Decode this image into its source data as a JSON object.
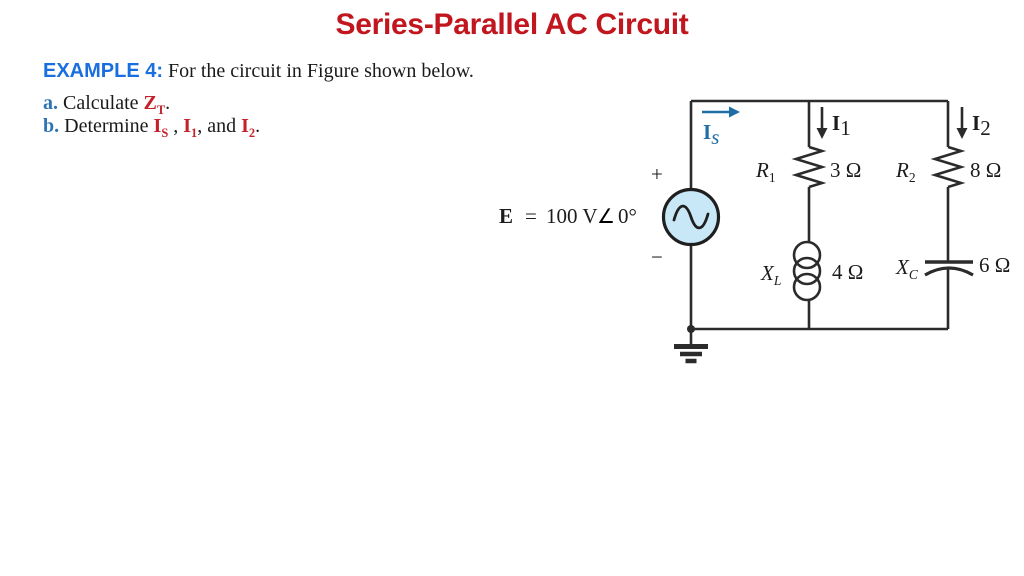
{
  "title": "Series-Parallel AC Circuit",
  "example": {
    "label": "EXAMPLE 4:",
    "intro": " For the circuit in Figure shown below.",
    "a": {
      "bullet": "a.",
      "text": " Calculate ",
      "v1": "Z",
      "v1sub": "T",
      "end": "."
    },
    "b": {
      "bullet": "b.",
      "text": " Determine ",
      "v1": "I",
      "v1sub": "S",
      "sep1": " , ",
      "v2": "I",
      "v2sub": "1",
      "sep2": ", and ",
      "v3": "I",
      "v3sub": "2",
      "end": "."
    }
  },
  "circuit": {
    "source": {
      "name": "E",
      "equals": "=",
      "magnitude": "100 V",
      "angle_symbol": "∠",
      "angle_value": "0°",
      "plus": "+",
      "minus": "−"
    },
    "currents": {
      "is": {
        "base": "I",
        "sub": "s"
      },
      "i1": {
        "base": "I",
        "sub": "1"
      },
      "i2": {
        "base": "I",
        "sub": "2"
      }
    },
    "components": {
      "r1": {
        "base": "R",
        "sub": "1",
        "value": "3 Ω"
      },
      "r2": {
        "base": "R",
        "sub": "2",
        "value": "8 Ω"
      },
      "xl": {
        "base": "X",
        "sub": "L",
        "value": "4 Ω"
      },
      "xc": {
        "base": "X",
        "sub": "C",
        "value": "6 Ω"
      }
    }
  },
  "colors": {
    "title_red": "#C2161F",
    "example_label_blue": "#1A6FE0",
    "bullet_blue": "#2E74B5",
    "variable_red": "#C42129",
    "current_arrow_blue": "#1F6EA5",
    "wire": "#2B2B2B",
    "source_fill": "#C9E8F7"
  }
}
